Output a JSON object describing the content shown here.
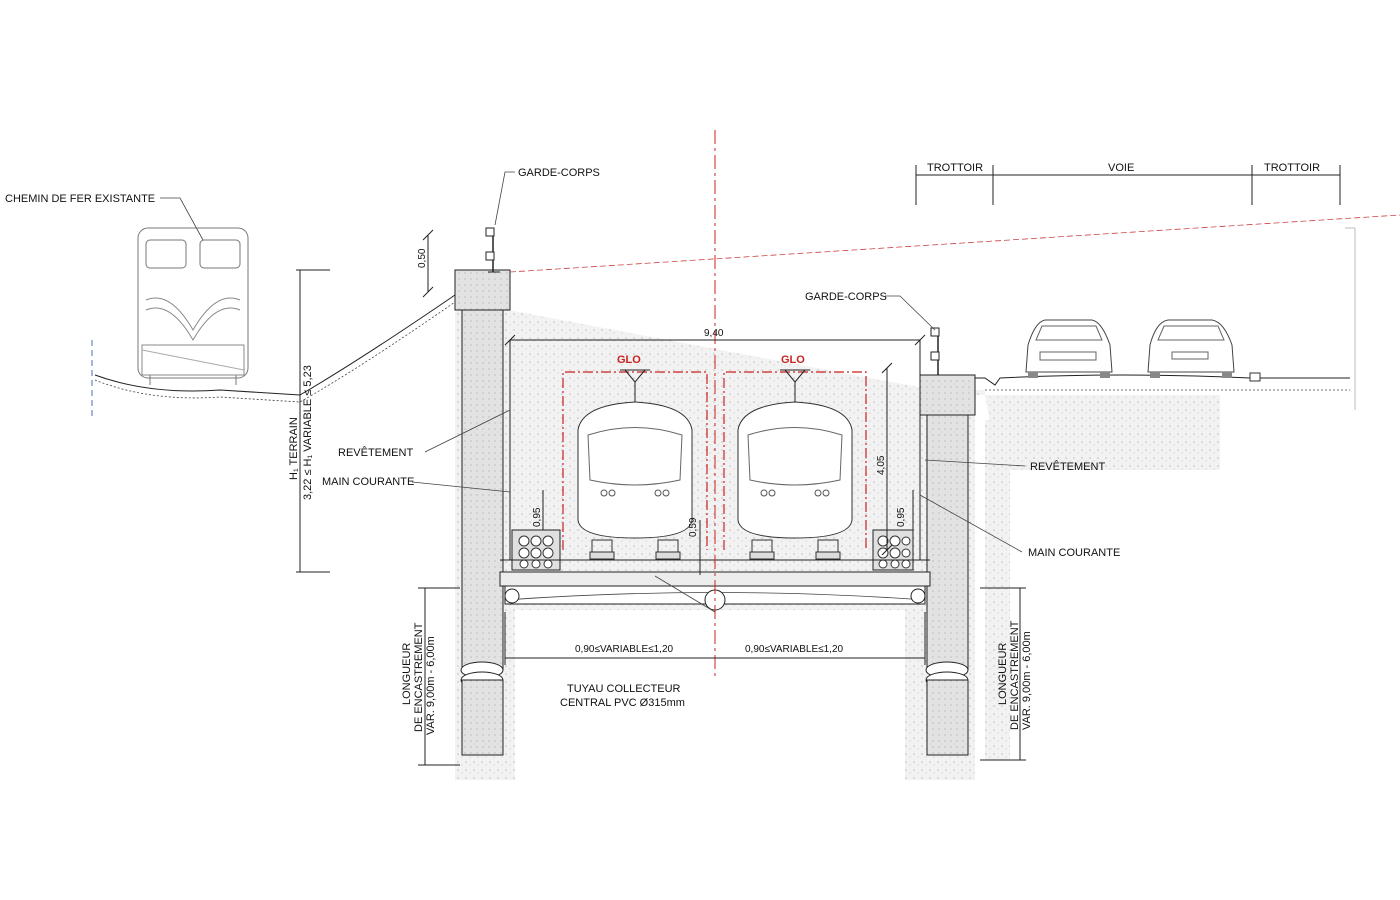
{
  "colors": {
    "line": "#222222",
    "red": "#cc2222",
    "soil": "#e9e9e9",
    "concrete": "#d9d9d9"
  },
  "labels": {
    "existing_railway": "CHEMIN DE FER EXISTANTE",
    "guardrail_left": "GARDE-CORPS",
    "guardrail_right": "GARDE-CORPS",
    "sidewalk_left": "TROTTOIR",
    "road": "VOIE",
    "sidewalk_right": "TROTTOIR",
    "lining_left": "REVÊTEMENT",
    "lining_right": "REVÊTEMENT",
    "handrail_left": "MAIN COURANTE",
    "handrail_right": "MAIN COURANTE",
    "gauge_left": "GLO",
    "gauge_right": "GLO",
    "collector_line1": "TUYAU COLLECTEUR",
    "collector_line2": "CENTRAL PVC Ø315mm",
    "terrain_line1": "H₁ TERRAIN",
    "terrain_line2": "3,22 ≤ H₁ VARIABLE ≤ 5,23",
    "embed_left_line1": "LONGUEUR",
    "embed_left_line2": "DE ENCASTREMENT",
    "embed_left_line3": "VAR. 9,00m - 6,00m",
    "embed_right_line1": "LONGUEUR",
    "embed_right_line2": "DE ENCASTREMENT",
    "embed_right_line3": "VAR. 9,00m - 6,00m"
  },
  "dimensions": {
    "top_parapet": "0,50",
    "width": "9,40",
    "height": "4,05",
    "handrail_left": "0,95",
    "handrail_right": "0,95",
    "center": "0,59",
    "var_left": "0,90≤VARIABLE≤1,20",
    "var_right": "0,90≤VARIABLE≤1,20"
  }
}
